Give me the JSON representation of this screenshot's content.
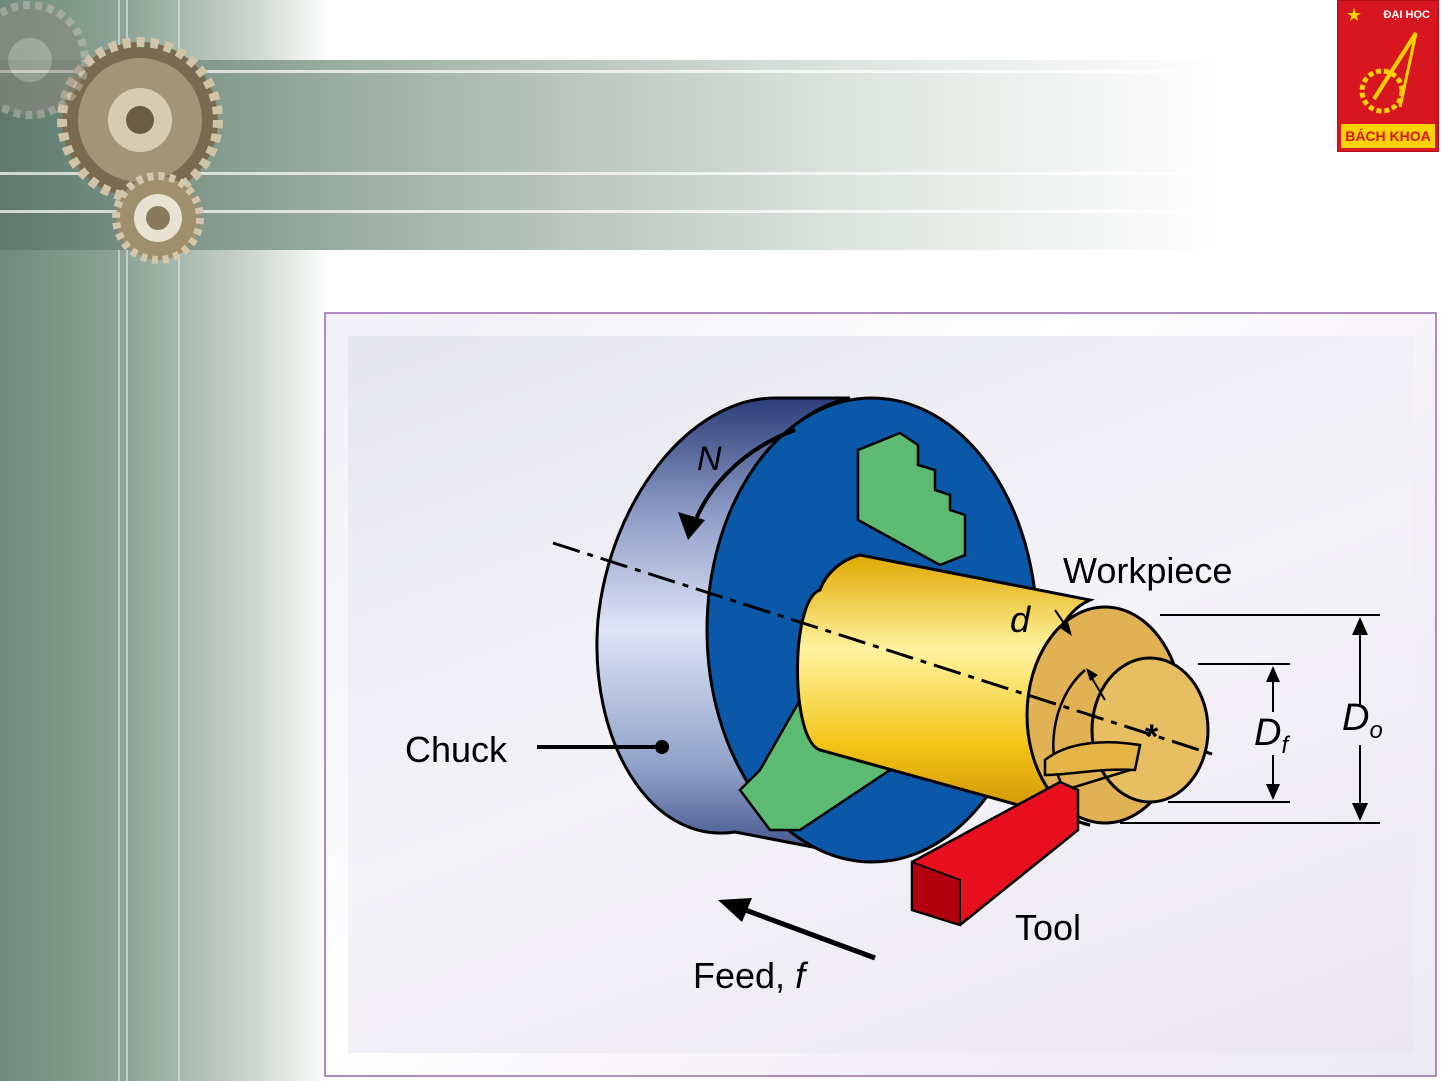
{
  "logo": {
    "top_text": "ĐẠI HỌC",
    "bottom_text": "BÁCH KHOA",
    "colors": {
      "background": "#d7161f",
      "accent": "#ffd200"
    }
  },
  "diagram": {
    "labels": {
      "rotation": "N",
      "workpiece": "Workpiece",
      "depth": "d",
      "chuck": "Chuck",
      "tool": "Tool",
      "feed_text": "Feed, ",
      "feed_symbol": "f",
      "final_diameter": "D",
      "final_diameter_sub": "f",
      "original_diameter": "D",
      "original_diameter_sub": "o"
    },
    "colors": {
      "chuck": "#0c58a8",
      "jaws": "#5dba72",
      "workpiece": "#f1c40f",
      "tool": "#e8101e"
    }
  }
}
